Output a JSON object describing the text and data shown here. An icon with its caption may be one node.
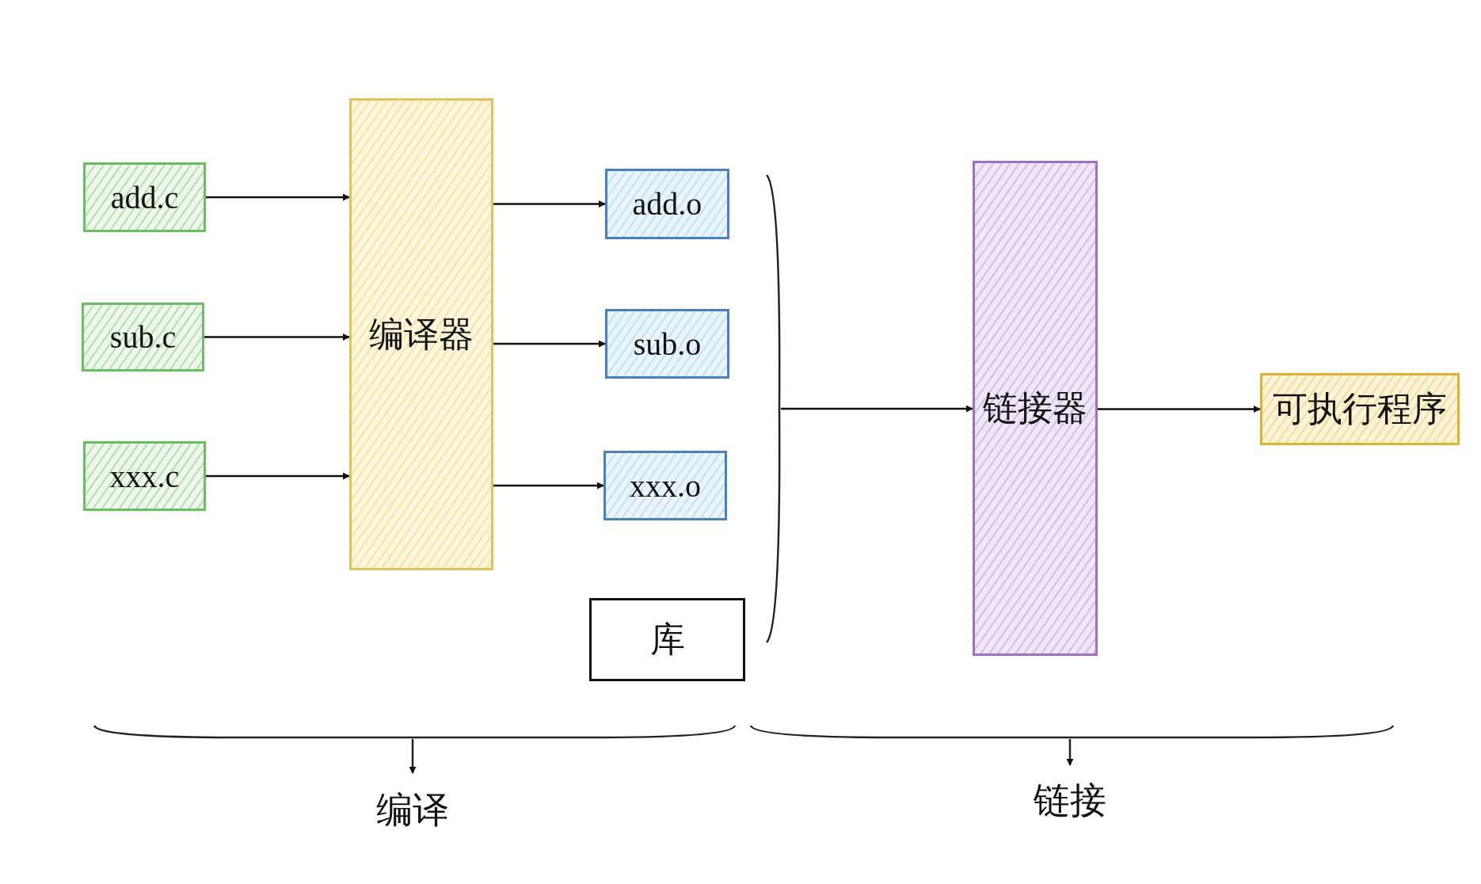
{
  "diagram": {
    "nodes": [
      {
        "text": [
          "add.c"
        ]
      },
      {
        "text": [
          "sub.c"
        ]
      },
      {
        "text": [
          "xxx.c"
        ]
      },
      {
        "text": [
          "编译器"
        ]
      },
      {
        "text": [
          "add.o"
        ]
      },
      {
        "text": [
          "sub.o"
        ]
      },
      {
        "text": [
          "xxx.o"
        ]
      },
      {
        "text": [
          "库"
        ]
      },
      {
        "text": [
          "链接器"
        ]
      },
      {
        "text": [
          "可执行程序"
        ]
      }
    ],
    "edges": [
      {
        "from": 0,
        "to": 3,
        "arrow": "to"
      },
      {
        "from": 1,
        "to": 3,
        "arrow": "to"
      },
      {
        "from": 2,
        "to": 3,
        "arrow": "to"
      },
      {
        "from": 3,
        "to": 4,
        "arrow": "to"
      },
      {
        "from": 3,
        "to": 5,
        "arrow": "to"
      },
      {
        "from": 3,
        "to": 6,
        "arrow": "to"
      },
      {
        "from": null,
        "to": 8,
        "arrow": "to"
      },
      {
        "from": 8,
        "to": 9,
        "arrow": "to"
      }
    ],
    "labels": [
      "编译",
      "链接"
    ]
  }
}
